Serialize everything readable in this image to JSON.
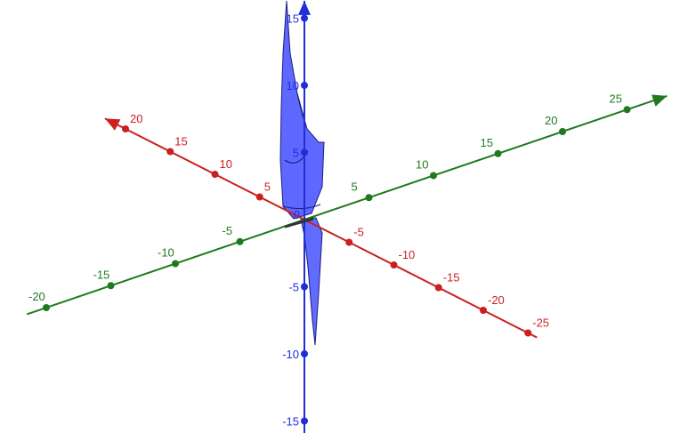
{
  "chart_data": {
    "type": "3d-axes",
    "colors": {
      "x": "#cc1f1f",
      "y": "#1f7a1f",
      "z": "#1f2fd6",
      "surface": "#3b46ff",
      "surface_edge": "#1e1e7a"
    },
    "x_ticks": [
      {
        "value": 20,
        "label": "20"
      },
      {
        "value": 15,
        "label": "15"
      },
      {
        "value": 10,
        "label": "10"
      },
      {
        "value": 5,
        "label": "5"
      },
      {
        "value": -5,
        "label": "-5"
      },
      {
        "value": -10,
        "label": "-10"
      },
      {
        "value": -15,
        "label": "-15"
      },
      {
        "value": -20,
        "label": "-20"
      },
      {
        "value": -25,
        "label": "-25"
      }
    ],
    "y_ticks": [
      {
        "value": -20,
        "label": "-20"
      },
      {
        "value": -15,
        "label": "-15"
      },
      {
        "value": -10,
        "label": "-10"
      },
      {
        "value": -5,
        "label": "-5"
      },
      {
        "value": 5,
        "label": "5"
      },
      {
        "value": 10,
        "label": "10"
      },
      {
        "value": 15,
        "label": "15"
      },
      {
        "value": 20,
        "label": "20"
      },
      {
        "value": 25,
        "label": "25"
      }
    ],
    "z_ticks": [
      {
        "value": 15,
        "label": "15"
      },
      {
        "value": 10,
        "label": "10"
      },
      {
        "value": 5,
        "label": "5"
      },
      {
        "value": -5,
        "label": "-5"
      },
      {
        "value": -10,
        "label": "-10"
      },
      {
        "value": -15,
        "label": "-15"
      }
    ],
    "origin_label": "0",
    "x_range": [
      -26,
      21
    ],
    "y_range": [
      -22,
      27
    ],
    "z_range": [
      -17,
      16
    ]
  }
}
